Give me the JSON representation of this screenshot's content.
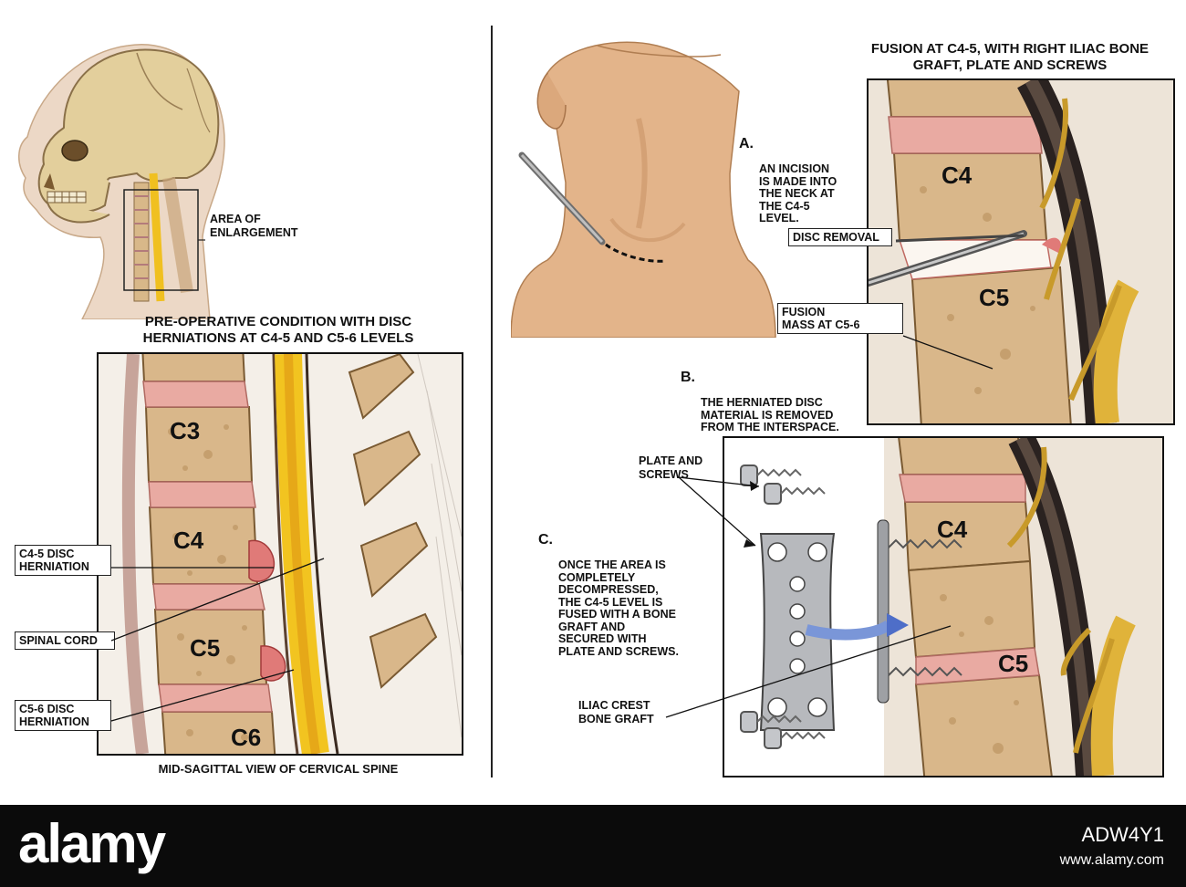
{
  "left": {
    "enlargement_label": "AREA OF\nENLARGEMENT",
    "title": "PRE-OPERATIVE CONDITION WITH DISC\nHERNIATIONS AT C4-5 AND C5-6 LEVELS",
    "vertebrae": [
      "C3",
      "C4",
      "C5",
      "C6"
    ],
    "callouts": {
      "c45": "C4-5 DISC\nHERNIATION",
      "spinal_cord": "SPINAL CORD",
      "c56": "C5-6 DISC\nHERNIATION"
    },
    "caption": "MID-SAGITTAL VIEW OF CERVICAL SPINE"
  },
  "right": {
    "title": "FUSION AT C4-5, WITH RIGHT ILIAC BONE\nGRAFT, PLATE AND SCREWS",
    "step_a": {
      "letter": "A.",
      "text": "AN INCISION\nIS MADE INTO\nTHE NECK AT\nTHE C4-5\nLEVEL."
    },
    "step_b": {
      "letter": "B.",
      "text": "THE HERNIATED DISC\nMATERIAL IS REMOVED\nFROM THE INTERSPACE."
    },
    "step_c": {
      "letter": "C.",
      "text": "ONCE THE AREA IS\nCOMPLETELY\nDECOMPRESSED,\nTHE C4-5 LEVEL IS\nFUSED WITH A BONE\nGRAFT AND\nSECURED WITH\nPLATE AND SCREWS."
    },
    "disc_removal": "DISC REMOVAL",
    "fusion_mass": "FUSION\nMASS AT C5-6",
    "plate_screws": "PLATE AND\nSCREWS",
    "iliac_graft": "ILIAC CREST\nBONE  GRAFT",
    "top_vertebrae": [
      "C4",
      "C5"
    ],
    "bottom_vertebrae": [
      "C4",
      "C5"
    ]
  },
  "footer": {
    "brand": "alamy",
    "stock_id": "ADW4Y1",
    "url": "www.alamy.com"
  },
  "colors": {
    "bone": "#d6b98a",
    "bone_dark": "#a9835a",
    "disc": "#e8a8a0",
    "cord": "#f0c020",
    "skin": "#e3b48a",
    "footer": "#0b0b0b"
  }
}
